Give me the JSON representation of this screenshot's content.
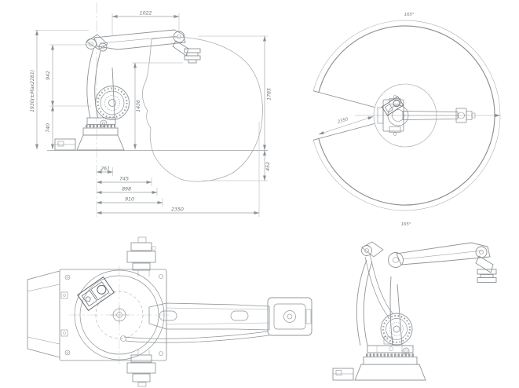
{
  "page": {
    "background": "#ffffff"
  },
  "colors": {
    "drawing_line": "#8f9498",
    "envelope_line": "#a9adb1",
    "dimension_line": "#9aa0a4",
    "dimension_text": "#73787c"
  },
  "side_view": {
    "dims": {
      "arm_top_span": "1022",
      "upper_link_height": "942",
      "overall_height": "1930(±Max2281)",
      "shoulder_height": "740",
      "flange_height": "1436",
      "envelope_above_base": "1785",
      "envelope_below_base": "452",
      "reach_1": "261",
      "reach_2": "745",
      "reach_3": "898",
      "reach_4": "910",
      "max_reach": "2350"
    }
  },
  "top_envelope_view": {
    "rotation_top": "165°",
    "rotation_bottom": "165°",
    "radius_dim": "2350"
  }
}
